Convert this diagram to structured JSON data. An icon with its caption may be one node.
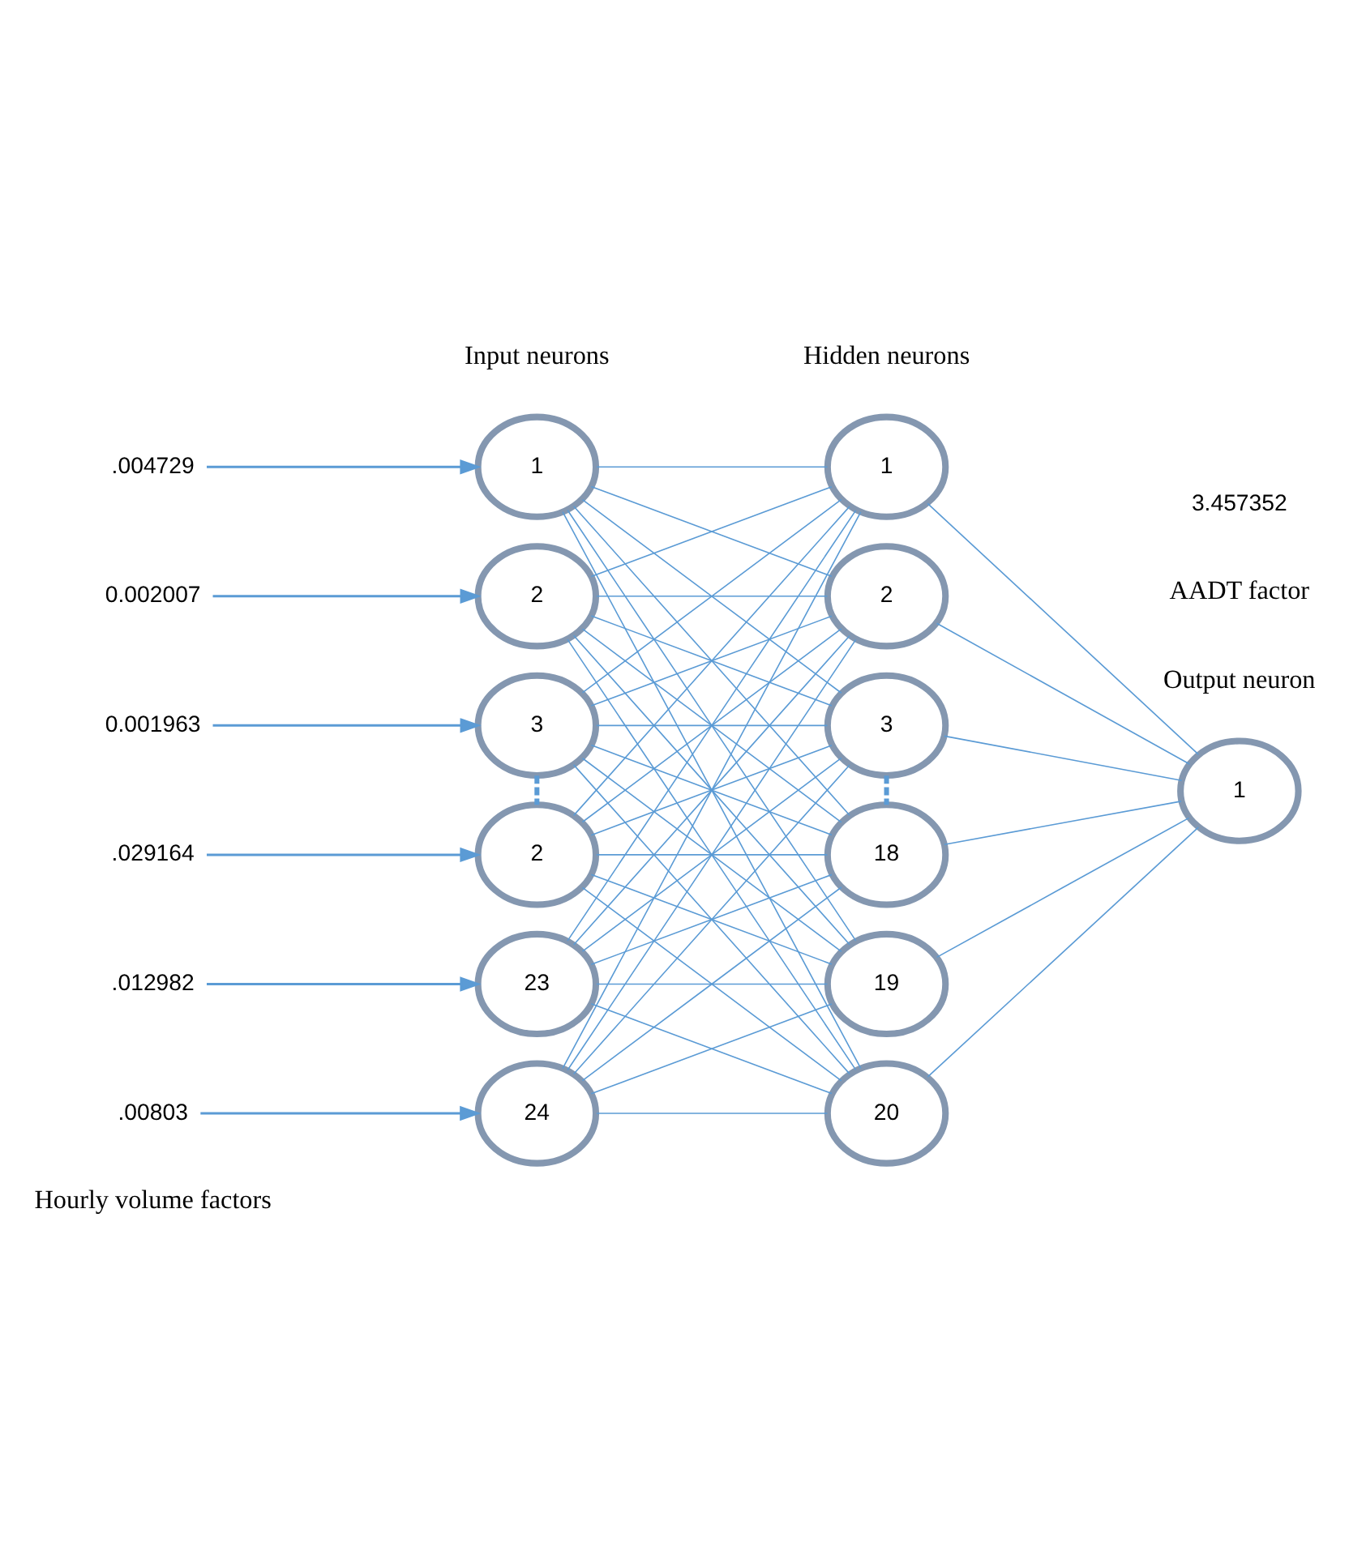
{
  "diagram": {
    "nodes": [
      {
        "text": [
          ".004729"
        ]
      },
      {
        "text": [
          "0.002007"
        ]
      },
      {
        "text": [
          "0.001963"
        ]
      },
      {
        "text": [
          ".029164"
        ]
      },
      {
        "text": [
          ".012982"
        ]
      },
      {
        "text": [
          ".00803"
        ]
      },
      {
        "text": [
          "1"
        ]
      },
      {
        "text": [
          "2"
        ]
      },
      {
        "text": [
          "3"
        ]
      },
      {
        "text": [
          "2"
        ]
      },
      {
        "text": [
          "23"
        ]
      },
      {
        "text": [
          "24"
        ]
      },
      {
        "text": [
          "1"
        ]
      },
      {
        "text": [
          "2"
        ]
      },
      {
        "text": [
          "3"
        ]
      },
      {
        "text": [
          "18"
        ]
      },
      {
        "text": [
          "19"
        ]
      },
      {
        "text": [
          "20"
        ]
      },
      {
        "text": [
          "1"
        ]
      }
    ],
    "edges": [
      {
        "from": 0,
        "to": 6,
        "arrow": "to"
      },
      {
        "from": 1,
        "to": 7,
        "arrow": "to"
      },
      {
        "from": 2,
        "to": 8,
        "arrow": "to"
      },
      {
        "from": 3,
        "to": 9,
        "arrow": "to"
      },
      {
        "from": 4,
        "to": 10,
        "arrow": "to"
      },
      {
        "from": 5,
        "to": 11,
        "arrow": "to"
      },
      {
        "from": 8,
        "to": 9,
        "arrow": "none",
        "style": "dashed"
      },
      {
        "from": 14,
        "to": 15,
        "arrow": "none",
        "style": "dashed"
      },
      {
        "from": 6,
        "to": 12,
        "arrow": "none"
      },
      {
        "from": 6,
        "to": 13,
        "arrow": "none"
      },
      {
        "from": 6,
        "to": 14,
        "arrow": "none"
      },
      {
        "from": 6,
        "to": 15,
        "arrow": "none"
      },
      {
        "from": 6,
        "to": 16,
        "arrow": "none"
      },
      {
        "from": 6,
        "to": 17,
        "arrow": "none"
      },
      {
        "from": 7,
        "to": 12,
        "arrow": "none"
      },
      {
        "from": 7,
        "to": 13,
        "arrow": "none"
      },
      {
        "from": 7,
        "to": 14,
        "arrow": "none"
      },
      {
        "from": 7,
        "to": 15,
        "arrow": "none"
      },
      {
        "from": 7,
        "to": 16,
        "arrow": "none"
      },
      {
        "from": 7,
        "to": 17,
        "arrow": "none"
      },
      {
        "from": 8,
        "to": 12,
        "arrow": "none"
      },
      {
        "from": 8,
        "to": 13,
        "arrow": "none"
      },
      {
        "from": 8,
        "to": 14,
        "arrow": "none"
      },
      {
        "from": 8,
        "to": 15,
        "arrow": "none"
      },
      {
        "from": 8,
        "to": 16,
        "arrow": "none"
      },
      {
        "from": 8,
        "to": 17,
        "arrow": "none"
      },
      {
        "from": 9,
        "to": 12,
        "arrow": "none"
      },
      {
        "from": 9,
        "to": 13,
        "arrow": "none"
      },
      {
        "from": 9,
        "to": 14,
        "arrow": "none"
      },
      {
        "from": 9,
        "to": 15,
        "arrow": "none"
      },
      {
        "from": 9,
        "to": 16,
        "arrow": "none"
      },
      {
        "from": 9,
        "to": 17,
        "arrow": "none"
      },
      {
        "from": 10,
        "to": 12,
        "arrow": "none"
      },
      {
        "from": 10,
        "to": 13,
        "arrow": "none"
      },
      {
        "from": 10,
        "to": 14,
        "arrow": "none"
      },
      {
        "from": 10,
        "to": 15,
        "arrow": "none"
      },
      {
        "from": 10,
        "to": 16,
        "arrow": "none"
      },
      {
        "from": 10,
        "to": 17,
        "arrow": "none"
      },
      {
        "from": 11,
        "to": 12,
        "arrow": "none"
      },
      {
        "from": 11,
        "to": 13,
        "arrow": "none"
      },
      {
        "from": 11,
        "to": 14,
        "arrow": "none"
      },
      {
        "from": 11,
        "to": 15,
        "arrow": "none"
      },
      {
        "from": 11,
        "to": 16,
        "arrow": "none"
      },
      {
        "from": 11,
        "to": 17,
        "arrow": "none"
      },
      {
        "from": 12,
        "to": 18,
        "arrow": "none"
      },
      {
        "from": 13,
        "to": 18,
        "arrow": "none"
      },
      {
        "from": 14,
        "to": 18,
        "arrow": "none"
      },
      {
        "from": 15,
        "to": 18,
        "arrow": "none"
      },
      {
        "from": 16,
        "to": 18,
        "arrow": "none"
      },
      {
        "from": 17,
        "to": 18,
        "arrow": "none"
      }
    ],
    "labels": [
      "Hourly volume factors",
      "Input neurons",
      "Hidden neurons",
      "Output neuron",
      "AADT factor",
      "3.457352"
    ]
  }
}
